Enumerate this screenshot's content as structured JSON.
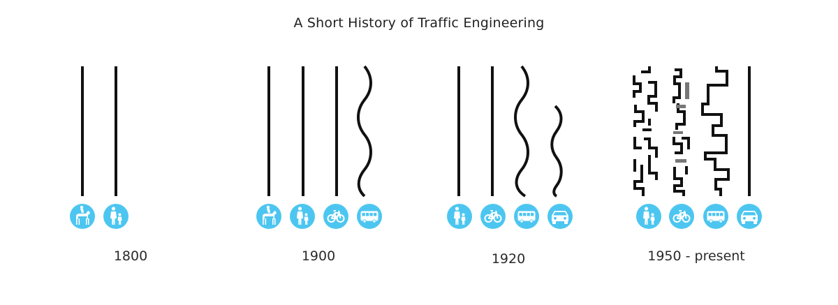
{
  "title": "A Short History of Traffic Engineering",
  "colors": {
    "icon_background": "#4cc6f0",
    "line": "#111111",
    "text": "#222222"
  },
  "eras": [
    {
      "label": "1800",
      "modes": [
        "horse-rider",
        "pedestrians"
      ]
    },
    {
      "label": "1900",
      "modes": [
        "horse-rider",
        "pedestrians",
        "bicycle",
        "bus"
      ]
    },
    {
      "label": "1920",
      "modes": [
        "pedestrians",
        "bicycle",
        "bus",
        "car"
      ]
    },
    {
      "label": "1950 - present",
      "modes": [
        "pedestrians",
        "bicycle",
        "bus",
        "car"
      ]
    }
  ],
  "icons": {
    "horse-rider": "horse-rider-icon",
    "pedestrians": "pedestrians-icon",
    "bicycle": "bicycle-icon",
    "bus": "bus-icon",
    "car": "car-icon"
  }
}
